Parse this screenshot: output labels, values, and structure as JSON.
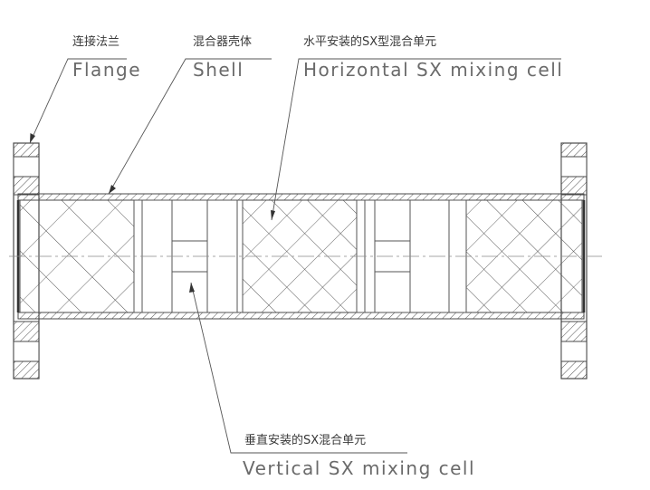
{
  "labels": {
    "flange": {
      "cn": "连接法兰",
      "en": "Flange"
    },
    "shell": {
      "cn": "混合器壳体",
      "en": "Shell"
    },
    "horizontal_cell": {
      "cn": "水平安装的SX型混合单元",
      "en": "Horizontal SX mixing cell"
    },
    "vertical_cell": {
      "cn": "垂直安装的SX混合单元",
      "en": "Vertical SX mixing cell"
    }
  },
  "colors": {
    "line": "#4a4a4a",
    "leader": "#555555",
    "centerline": "#8a8a8a",
    "hatch": "#555555",
    "background": "#ffffff"
  },
  "icons": [
    "flange-hatch",
    "cross-hatch-pattern",
    "leader-arrow"
  ]
}
